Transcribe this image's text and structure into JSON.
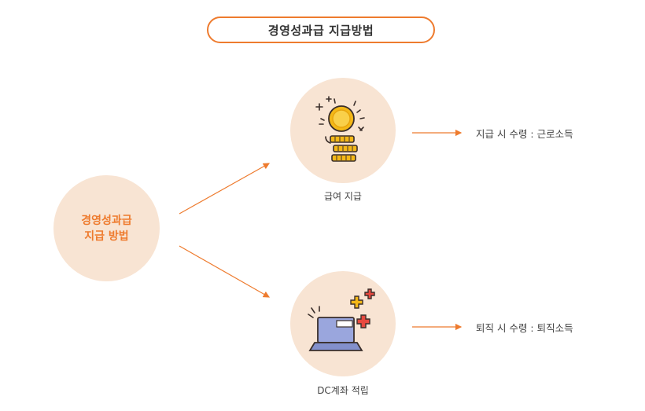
{
  "title": "경영성과급  지급방법",
  "center": {
    "line1": "경영성과급",
    "line2": "지급 방법"
  },
  "nodes": [
    {
      "caption": "급여 지급",
      "result": "지급 시 수령 : 근로소득",
      "icon": "coins-stack-icon"
    },
    {
      "caption": "DC계좌 적립",
      "result": "퇴직 시 수령 : 퇴직소득",
      "icon": "laptop-plus-icon"
    }
  ],
  "colors": {
    "accent": "#ee7b2e",
    "circle_fill": "#f8e4d3",
    "text": "#444444"
  }
}
